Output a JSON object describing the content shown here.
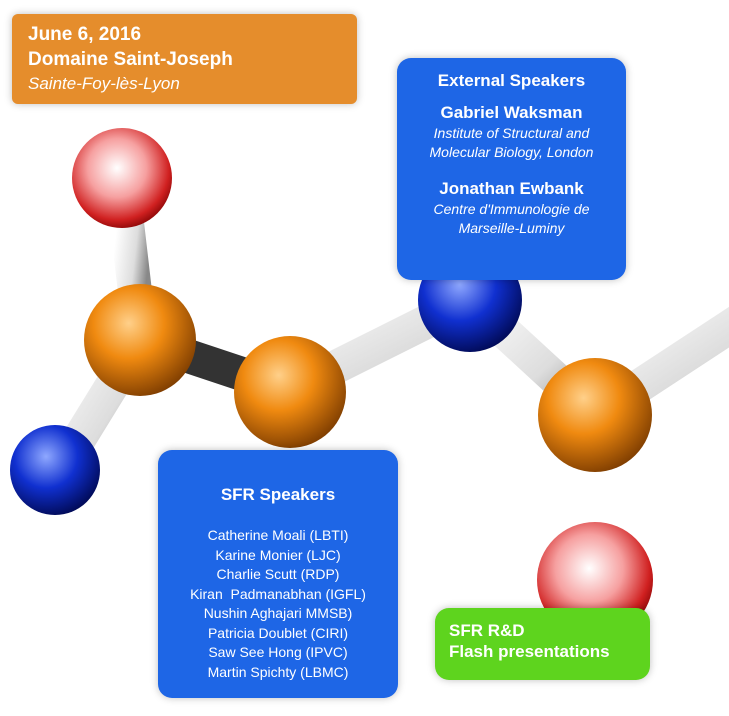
{
  "event": {
    "date": "June 6, 2016",
    "venue": "Domaine Saint-Joseph",
    "city": "Sainte-Foy-lès-Lyon"
  },
  "external": {
    "title": "External Speakers",
    "speakers": [
      {
        "name": "Gabriel Waksman",
        "aff1": "Institute of Structural and",
        "aff2": "Molecular Biology, London"
      },
      {
        "name": "Jonathan Ewbank",
        "aff1": "Centre d'Immunologie de",
        "aff2": "Marseille-Luminy"
      }
    ]
  },
  "sfr": {
    "title": "SFR Speakers",
    "speakers": [
      "Catherine Moali (LBTI)",
      "Karine Monier (LJC)",
      "Charlie Scutt (RDP)",
      "Kiran  Padmanabhan (IGFL)",
      "Nushin Aghajari MMSB)",
      "Patricia Doublet (CIRI)",
      "Saw See Hong (IPVC)",
      "Martin Spichty (LBMC)"
    ]
  },
  "rd": {
    "line1": "SFR R&D",
    "line2": "Flash presentations"
  },
  "colors": {
    "orange": "#e58d2c",
    "blue": "#1e66e6",
    "green": "#5ed41e"
  }
}
